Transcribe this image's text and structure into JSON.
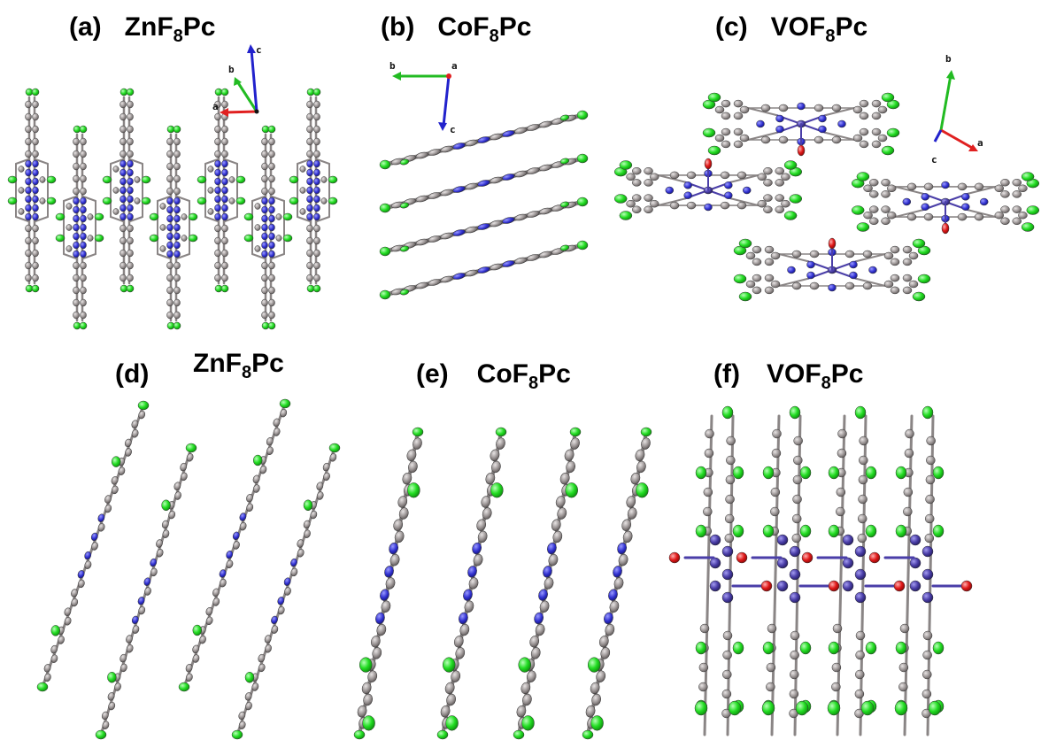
{
  "panels": [
    {
      "id": "a",
      "tag": "(a)",
      "formula": {
        "pre": "ZnF",
        "sub": "8",
        "post": "Pc"
      },
      "view": "top-stack"
    },
    {
      "id": "b",
      "tag": "(b)",
      "formula": {
        "pre": "CoF",
        "sub": "8",
        "post": "Pc"
      },
      "view": "slanted-stack"
    },
    {
      "id": "c",
      "tag": "(c)",
      "formula": {
        "pre": "VOF",
        "sub": "8",
        "post": "Pc"
      },
      "view": "herringbone"
    },
    {
      "id": "d",
      "tag": "(d)",
      "formula": {
        "pre": "ZnF",
        "sub": "8",
        "post": "Pc"
      },
      "view": "edge-on"
    },
    {
      "id": "e",
      "tag": "(e)",
      "formula": {
        "pre": "CoF",
        "sub": "8",
        "post": "Pc"
      },
      "view": "edge-on"
    },
    {
      "id": "f",
      "tag": "(f)",
      "formula": {
        "pre": "VOF",
        "sub": "8",
        "post": "Pc"
      },
      "view": "edge-on-oxo"
    }
  ],
  "axes": {
    "a": [
      "a",
      "b",
      "c"
    ],
    "b": [
      "b",
      "a",
      "c"
    ],
    "c": [
      "b",
      "a",
      "c"
    ]
  },
  "colors": {
    "carbon": "#8f8a8a",
    "carbon_light": "#c9c4c4",
    "nitrogen": "#3535d8",
    "fluorine": "#22dd22",
    "oxygen": "#e01818",
    "vanadium": "#4a3ea8",
    "axis_a": "#e02020",
    "axis_b": "#22bb22",
    "axis_c": "#2222cc"
  }
}
